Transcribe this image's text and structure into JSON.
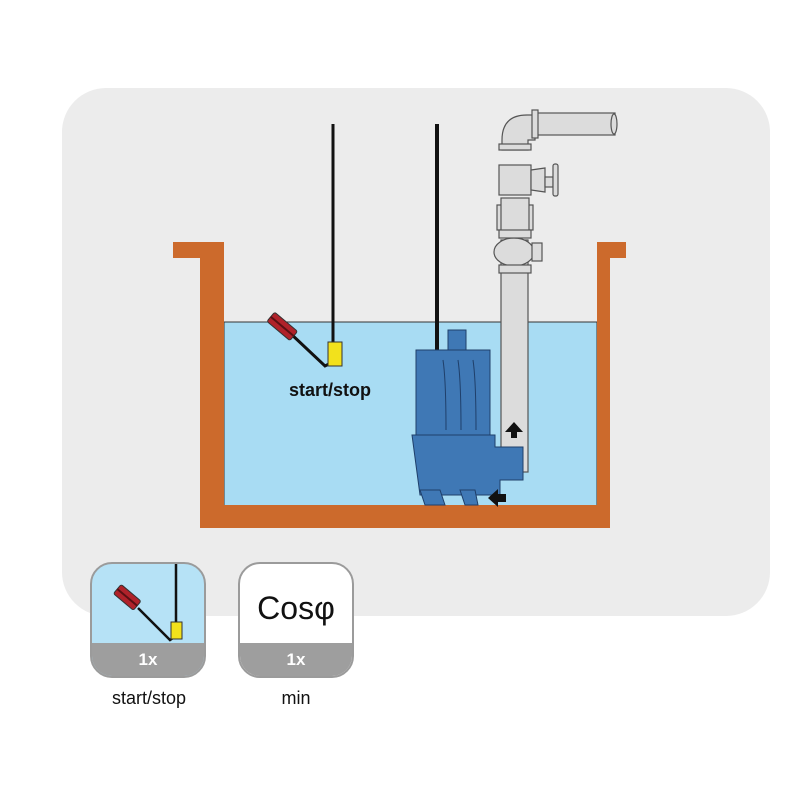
{
  "diagram": {
    "float_label": "start/stop"
  },
  "badges": [
    {
      "icon": "float-switch-icon",
      "count": "1x",
      "caption": "start/stop"
    },
    {
      "icon_text": "Cosφ",
      "count": "1x",
      "caption": "min"
    }
  ],
  "colors": {
    "panel": "#ececec",
    "tank": "#cc6a2c",
    "water": "#a8dcf3",
    "pump": "#3f78b5",
    "float_yellow": "#f2e11c",
    "float_red": "#b0222a"
  }
}
